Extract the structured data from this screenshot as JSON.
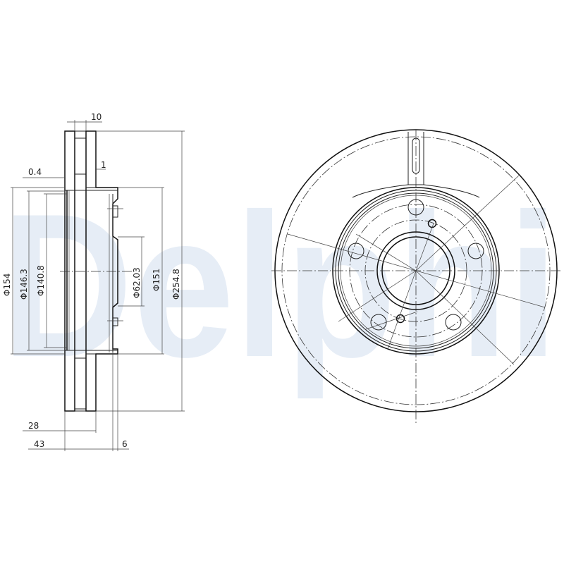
{
  "watermark": {
    "text": "Delphi",
    "color": "#e6edf6"
  },
  "section_view": {
    "dimensions": {
      "vent_gap": "10",
      "friction_offset": "0.4",
      "step": "1",
      "d_outer_hat": "Φ154",
      "d_inner_hat": "Φ146.3",
      "d_hat_bore": "Φ140.8",
      "d_center_bore": "Φ62.03",
      "d_hat_face": "Φ151",
      "d_disc": "Φ254.8",
      "thickness": "28",
      "total_height": "43",
      "hat_thickness": "6"
    }
  },
  "front_view": {
    "bolt_holes": 5,
    "locator_holes": 2
  }
}
